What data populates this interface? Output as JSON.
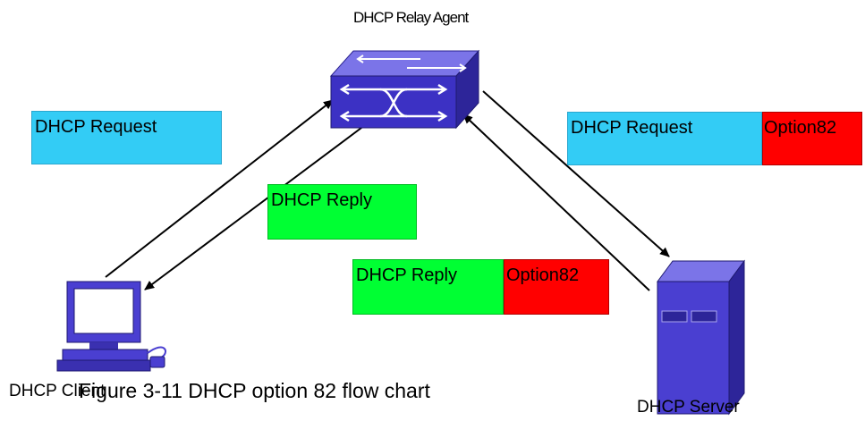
{
  "diagram": {
    "relay_agent_label": "DHCP Relay Agent",
    "client_label": "DHCP Client",
    "server_label": "DHCP Server",
    "caption": "Figure 3-11 DHCP option 82 flow chart"
  },
  "packets": {
    "client_request": {
      "part1": "DHCP Request"
    },
    "client_reply": {
      "part1": "DHCP Reply"
    },
    "server_request": {
      "part1": "DHCP Request",
      "part2": "Option82"
    },
    "server_reply": {
      "part1": "DHCP Reply",
      "part2": "Option82"
    }
  },
  "colors": {
    "request": "#33ccf5",
    "reply": "#00ff33",
    "option82": "#ff0000",
    "device": "#4a3fd1"
  },
  "icons": [
    "switch-icon",
    "computer-icon",
    "server-icon"
  ]
}
